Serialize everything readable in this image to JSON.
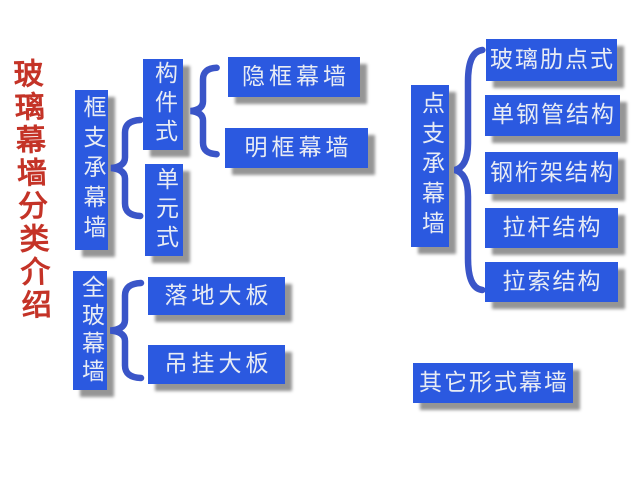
{
  "title": {
    "text": "玻璃幕墙分类介绍"
  },
  "colors": {
    "background": "#ffffff",
    "box_fill": "#2b59e0",
    "box_text": "#e8ecf4",
    "box_shadow": "#959595",
    "brace": "#3a55c8",
    "title_red": "#c43327"
  },
  "nodes": {
    "frame_supported": {
      "label": "框支承幕墙"
    },
    "component_type": {
      "label": "构件式"
    },
    "unit_type": {
      "label": "单元式"
    },
    "hidden_frame": {
      "label": "隐框幕墙"
    },
    "exposed_frame": {
      "label": "明框幕墙"
    },
    "all_glass": {
      "label": "全玻幕墙"
    },
    "floor_panel": {
      "label": "落地大板"
    },
    "hanging_panel": {
      "label": "吊挂大板"
    },
    "point_supported": {
      "label": "点支承幕墙"
    },
    "glass_rib_point": {
      "label": "玻璃肋点式"
    },
    "single_steel_pipe": {
      "label": "单钢管结构"
    },
    "steel_truss": {
      "label": "钢桁架结构"
    },
    "tie_rod": {
      "label": "拉杆结构"
    },
    "cable": {
      "label": "拉索结构"
    },
    "other_forms": {
      "label": "其它形式幕墙"
    }
  },
  "hierarchy": [
    {
      "parent": "框支承幕墙",
      "children": [
        {
          "parent": "构件式",
          "children": [
            "隐框幕墙",
            "明框幕墙"
          ]
        },
        {
          "parent": "单元式",
          "children": []
        }
      ]
    },
    {
      "parent": "全玻幕墙",
      "children": [
        "落地大板",
        "吊挂大板"
      ]
    },
    {
      "parent": "点支承幕墙",
      "children": [
        "玻璃肋点式",
        "单钢管结构",
        "钢桁架结构",
        "拉杆结构",
        "拉索结构"
      ]
    },
    {
      "parent": "其它形式幕墙",
      "children": []
    }
  ]
}
